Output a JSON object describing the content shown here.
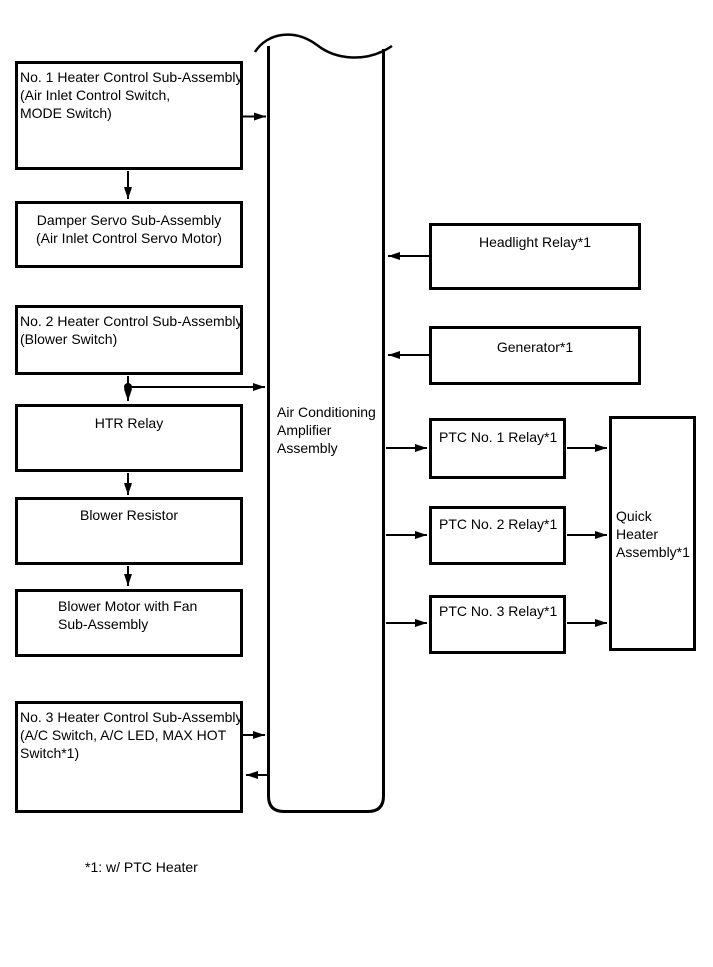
{
  "page": {
    "background": "#ffffff",
    "ink": "#000000"
  },
  "note": {
    "text": "*1: w/ PTC Heater"
  },
  "boxes": {
    "no1_heater_control": {
      "lines": [
        "No. 1 Heater Control Sub-Assembly",
        "(Air Inlet Control Switch,",
        "MODE Switch)"
      ]
    },
    "damper_servo": {
      "lines": [
        "Damper Servo Sub-Assembly",
        "(Air Inlet Control Servo Motor)"
      ]
    },
    "no2_heater_control": {
      "lines": [
        "No. 2 Heater Control Sub-Assembly",
        "(Blower Switch)"
      ]
    },
    "htr_relay": {
      "lines": [
        "HTR Relay"
      ]
    },
    "blower_resistor": {
      "lines": [
        "Blower Resistor"
      ]
    },
    "blower_motor": {
      "lines": [
        "Blower Motor with Fan",
        "Sub-Assembly"
      ]
    },
    "no3_heater_control": {
      "lines": [
        "No. 3 Heater Control Sub-Assembly",
        "(A/C Switch, A/C LED, MAX HOT",
        "Switch*1)"
      ]
    },
    "ac_amplifier": {
      "lines": [
        "Air Conditioning",
        "Amplifier",
        "Assembly"
      ]
    },
    "headlight_relay": {
      "lines": [
        "Headlight Relay*1"
      ]
    },
    "generator": {
      "lines": [
        "Generator*1"
      ]
    },
    "ptc1_relay": {
      "lines": [
        "PTC No. 1 Relay*1"
      ]
    },
    "ptc2_relay": {
      "lines": [
        "PTC No. 2 Relay*1"
      ]
    },
    "ptc3_relay": {
      "lines": [
        "PTC No. 3 Relay*1"
      ]
    },
    "quick_heater": {
      "lines": [
        "Quick",
        "Heater",
        "Assembly*1"
      ]
    }
  }
}
